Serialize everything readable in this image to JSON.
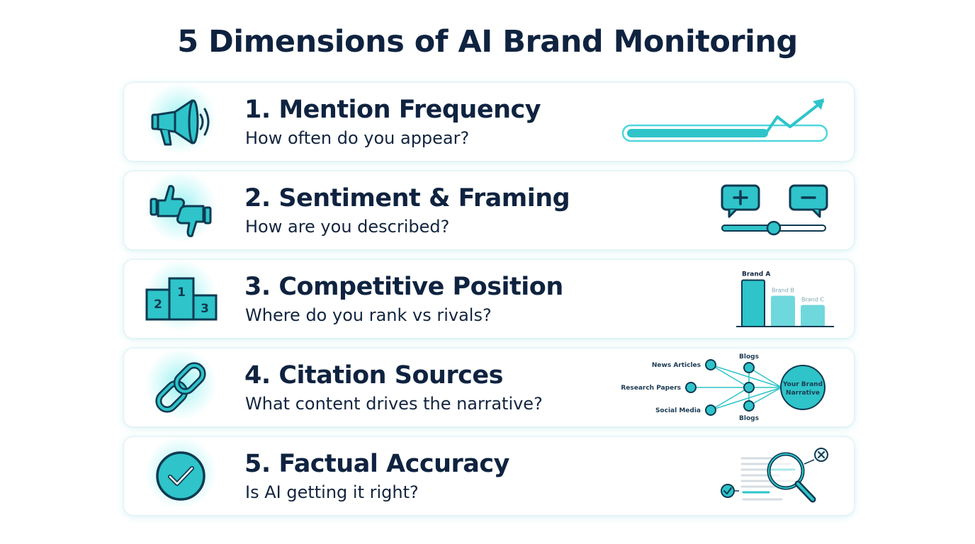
{
  "title": "5 Dimensions of AI Brand Monitoring",
  "colors": {
    "accent": "#2ec4c9",
    "navy": "#0f2340",
    "outline": "#0e3a52"
  },
  "dimensions": [
    {
      "heading": "1. Mention Frequency",
      "subtitle": "How often do you appear?",
      "icon": "megaphone-icon",
      "progress": 0.72
    },
    {
      "heading": "2. Sentiment & Framing",
      "subtitle": "How are you described?",
      "icon": "thumbs-up-down-icon",
      "slider": 0.5
    },
    {
      "heading": "3. Competitive Position",
      "subtitle": "Where do you rank vs rivals?",
      "icon": "podium-icon",
      "podium": [
        "1",
        "2",
        "3"
      ]
    },
    {
      "heading": "4. Citation Sources",
      "subtitle": "What content drives the narrative?",
      "icon": "chain-link-icon"
    },
    {
      "heading": "5. Factual Accuracy",
      "subtitle": "Is AI getting it right?",
      "icon": "checkmark-circle-icon"
    }
  ],
  "chart_data": {
    "type": "bar",
    "categories": [
      "Brand A",
      "Brand B",
      "Brand C"
    ],
    "values": [
      3,
      1.95,
      1.35
    ],
    "ylim": [
      0,
      3.3
    ]
  },
  "citation_diagram": {
    "sources": [
      "News Articles",
      "Research Papers",
      "Social Media"
    ],
    "blogs_top": "Blogs",
    "blogs_bottom": "Blogs",
    "target": [
      "Your Brand",
      "Narrative"
    ]
  }
}
